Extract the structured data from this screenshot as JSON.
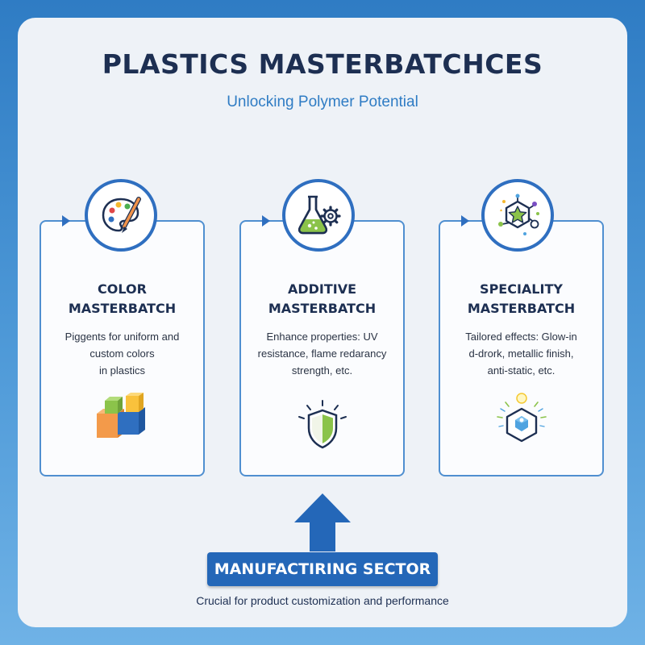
{
  "header": {
    "title": "PLASTICS MASTERBATCHCES",
    "subtitle": "Unlocking Polymer Potential"
  },
  "cards": [
    {
      "title_line1": "COLOR",
      "title_line2": "MASTERBATCH",
      "desc_lines": [
        "Piggents for uniform and",
        "custom colors",
        "in plastics"
      ],
      "top_icon": "palette-brush-icon",
      "bottom_icon": "color-blocks-icon"
    },
    {
      "title_line1": "ADDITIVE",
      "title_line2": "MASTERBATCH",
      "desc_lines": [
        "Enhance properties: UV",
        "resistance, flame redarancy",
        "strength, etc."
      ],
      "top_icon": "flask-gear-icon",
      "bottom_icon": "shield-icon"
    },
    {
      "title_line1": "SPECIALITY",
      "title_line2": "MASTERBATCH",
      "desc_lines": [
        "Tailored effects: Glow-in",
        "d-drork, metallic finish,",
        "anti-static, etc."
      ],
      "top_icon": "star-network-icon",
      "bottom_icon": "glowing-hexagon-icon"
    }
  ],
  "sector": {
    "label": "MANUFACTIRING SECTOR",
    "caption": "Crucial for product customization and performance"
  },
  "colors": {
    "accent": "#2f6fc0",
    "title": "#1d2f52",
    "button": "#2467b8"
  }
}
